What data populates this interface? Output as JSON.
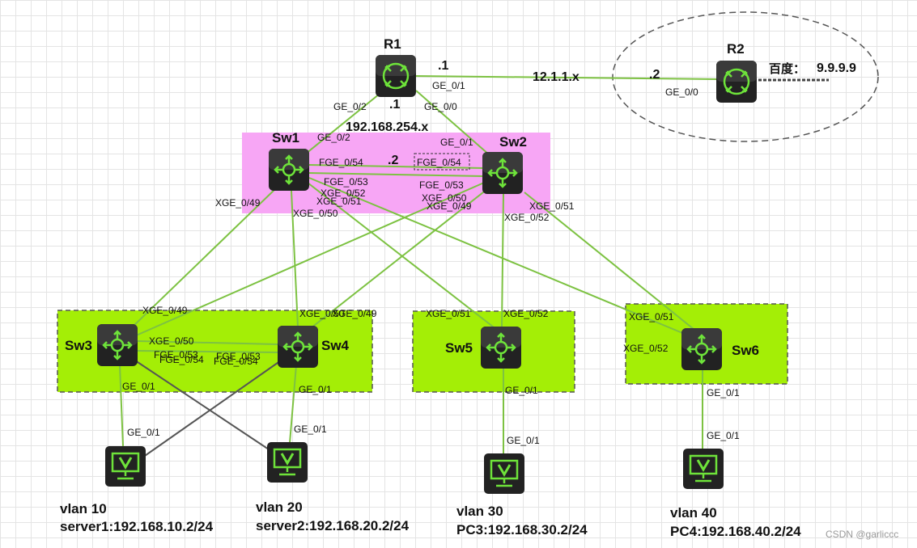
{
  "devices": {
    "r1": "R1",
    "r2": "R2",
    "sw1": "Sw1",
    "sw2": "Sw2",
    "sw3": "Sw3",
    "sw4": "Sw4",
    "sw5": "Sw5",
    "sw6": "Sw6"
  },
  "wan": {
    "r1_side": ".1",
    "subnet": "12.1.1.x",
    "r2_side": ".2",
    "r2_port": "GE_0/0",
    "r1_port": "GE_0/1",
    "baidu_label": "百度：",
    "baidu_ip": "9.9.9.9"
  },
  "core": {
    "subnet": "192.168.254.x",
    "r1_dot": ".1",
    "sw2_dot": ".2",
    "r1_ge02": "GE_0/2",
    "r1_ge00": "GE_0/0",
    "sw1_ge02": "GE_0/2",
    "sw2_ge01": "GE_0/1",
    "sw1_fge54": "FGE_0/54",
    "sw2_fge54": "FGE_0/54",
    "sw1_fge53": "FGE_0/53",
    "sw2_fge53": "FGE_0/53",
    "sw1_xge52": "XGE_0/52",
    "sw1_xge51": "XGE_0/51",
    "sw1_xge49": "XGE_0/49",
    "sw1_xge50": "XGE_0/50",
    "sw2_xge50": "XGE_0/50",
    "sw2_xge49": "XGE_0/49",
    "sw2_xge51": "XGE_0/51",
    "sw2_xge52": "XGE_0/52"
  },
  "access": {
    "sw3_xge49": "XGE_0/49",
    "sw3_xge50": "XGE_0/50",
    "sw3_fge53": "FGE_0/53",
    "sw3_fge54": "FGE_0/54",
    "sw3_ge01": "GE_0/1",
    "sw4_xge50": "XGE_0/50",
    "sw4_xge49": "XGE_0/49",
    "sw4_fge53": "FGE_0/53",
    "sw4_fge54": "FGE_0/54",
    "sw4_ge01": "GE_0/1",
    "sw5_xge51": "XGE_0/51",
    "sw5_xge52": "XGE_0/52",
    "sw5_ge01": "GE_0/1",
    "sw6_xge51": "XGE_0/51",
    "sw6_xge52": "XGE_0/52",
    "sw6_ge01": "GE_0/1"
  },
  "hosts": {
    "server1_port": "GE_0/1",
    "server2_port": "GE_0/1",
    "pc3_port": "GE_0/1",
    "pc4_port": "GE_0/1",
    "server1_vlan": "vlan 10",
    "server1_addr": "server1:192.168.10.2/24",
    "server2_vlan": "vlan 20",
    "server2_addr": "server2:192.168.20.2/24",
    "pc3_vlan": "vlan 30",
    "pc3_addr": "PC3:192.168.30.2/24",
    "pc4_vlan": "vlan 40",
    "pc4_addr": "PC4:192.168.40.2/24"
  },
  "watermark": "CSDN @garliccc",
  "colors": {
    "link": "#7dc242",
    "crosslink": "#555555",
    "core_zone": "#f7a6f5",
    "access_zone": "#a4ee06",
    "device_icon": "#6ee33a"
  }
}
